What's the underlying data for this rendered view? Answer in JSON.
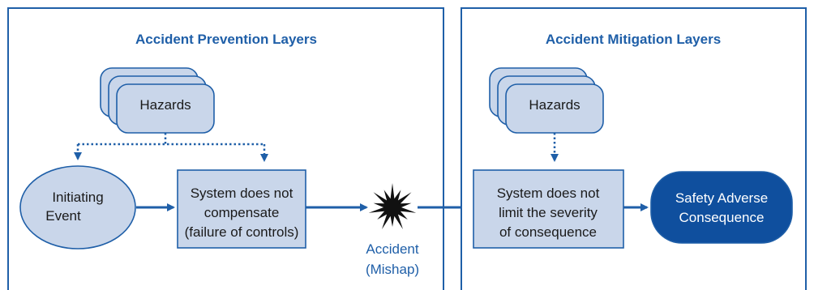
{
  "colors": {
    "accent": "#1f5fa8",
    "box_fill": "#c9d6ea",
    "dark_box_fill": "#0f4f9e",
    "burst": "#111111"
  },
  "prevention": {
    "title": "Accident Prevention Layers",
    "hazards_label": "Hazards",
    "initiating_event_lines": [
      "Initiating",
      "Event"
    ],
    "system_lines": [
      "System does not",
      "compensate",
      "(failure of controls)"
    ]
  },
  "accident": {
    "lines": [
      "Accident",
      "(Mishap)"
    ]
  },
  "mitigation": {
    "title": "Accident Mitigation Layers",
    "hazards_label": "Hazards",
    "system_lines": [
      "System does not",
      "limit the severity",
      "of consequence"
    ],
    "consequence_lines": [
      "Safety Adverse",
      "Consequence"
    ]
  }
}
